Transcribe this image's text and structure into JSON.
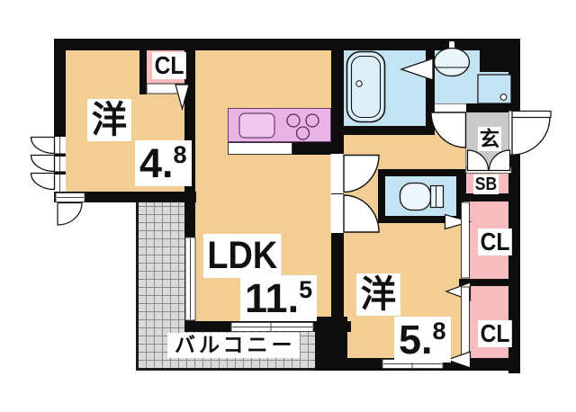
{
  "floorplan": {
    "type": "japanese-apartment-floorplan",
    "rooms": {
      "bedroom1": {
        "name": "洋",
        "area_int": "4.",
        "area_dec": "8"
      },
      "ldk": {
        "name": "LDK",
        "area_int": "11.",
        "area_dec": "5"
      },
      "bedroom2": {
        "name": "洋",
        "area_int": "5.",
        "area_dec": "8"
      },
      "closet_top": {
        "name": "CL"
      },
      "closet_upper": {
        "name": "CL"
      },
      "closet_lower": {
        "name": "CL"
      },
      "shoebox": {
        "name": "SB"
      },
      "entrance": {
        "name": "玄"
      },
      "balcony": {
        "name": "バルコニー"
      }
    },
    "fixtures": [
      "bathtub-icon",
      "washbasin-icon",
      "washing-machine-pan-icon",
      "toilet-icon",
      "kitchen-sink-icon",
      "stove-icon"
    ],
    "colors": {
      "room_floor": "#F2CE94",
      "wet_area": "#C4E3F2",
      "closet": "#F6BCBE",
      "kitchen_counter": "#E8B4E4",
      "entrance_floor": "#C9C9C9",
      "balcony": "#DADADA",
      "wall": "#0D0D0D"
    }
  }
}
